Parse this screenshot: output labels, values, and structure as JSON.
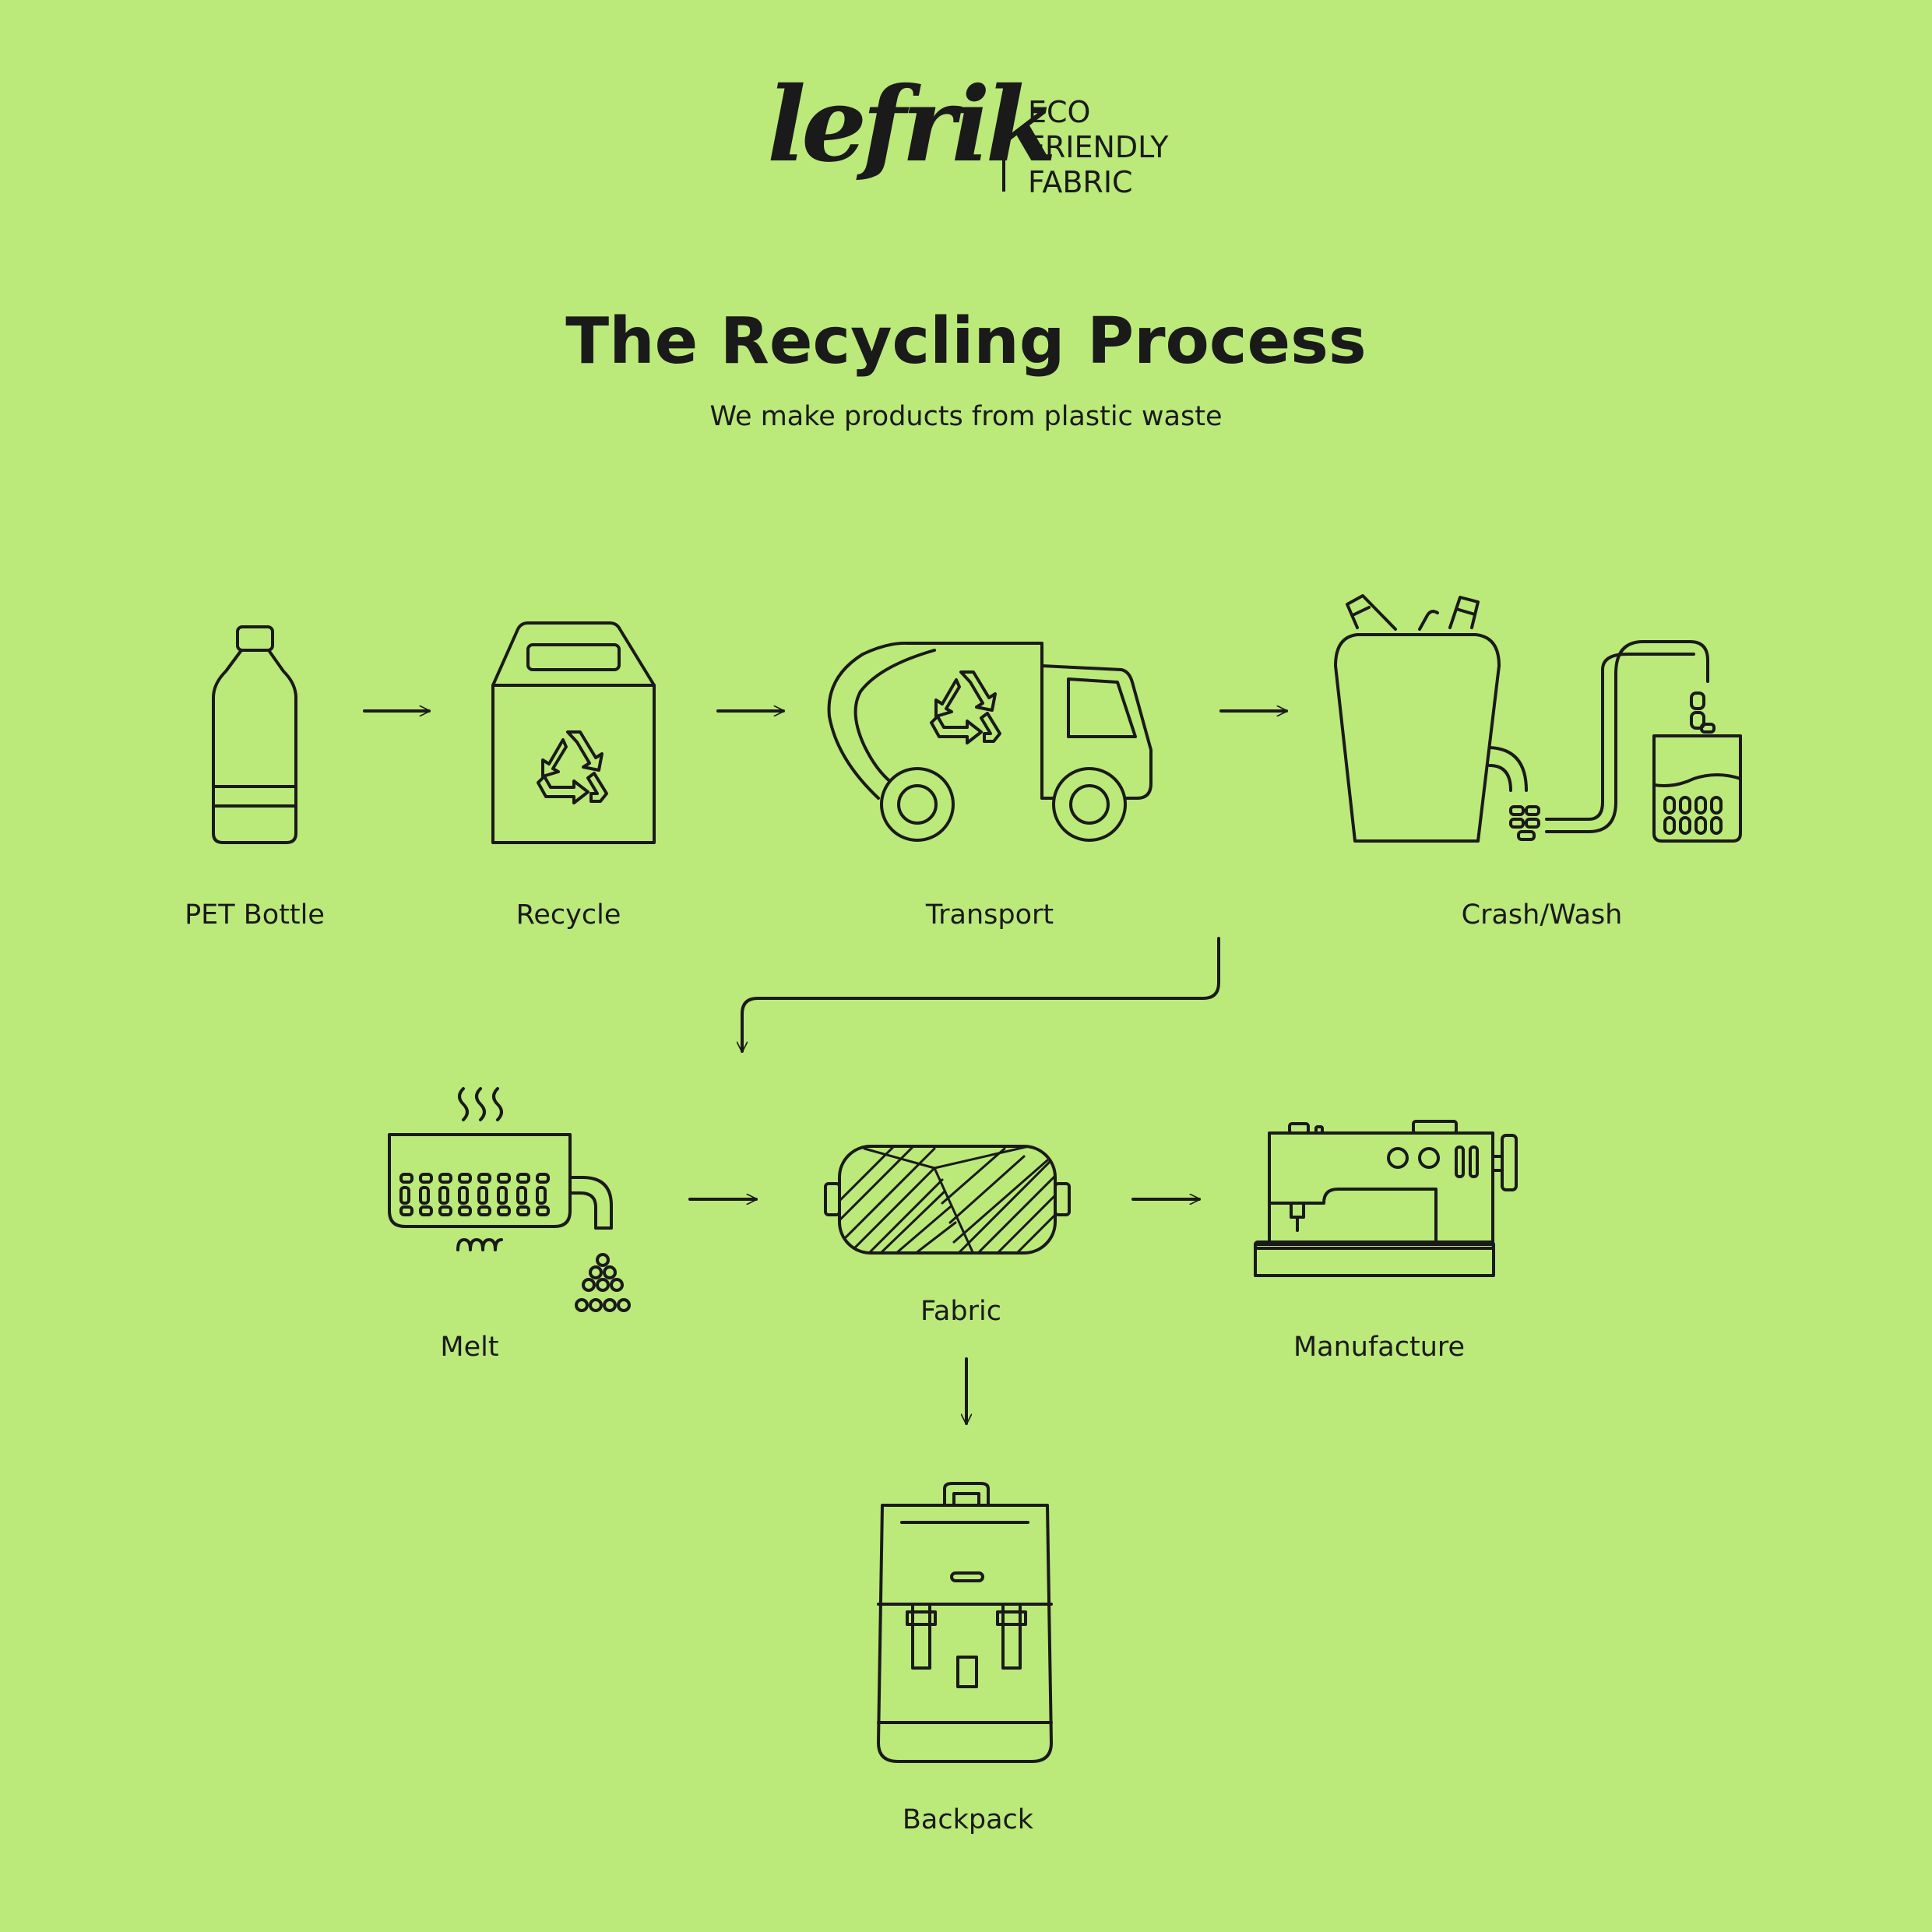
{
  "brand": {
    "name": "lefrik",
    "tagline": [
      "ECO",
      "FRIENDLY",
      "FABRIC"
    ]
  },
  "title": "The Recycling Process",
  "subtitle": "We make products from plastic waste",
  "steps": [
    {
      "label": "PET Bottle",
      "icon": "bottle-icon"
    },
    {
      "label": "Recycle",
      "icon": "recycle-box-icon"
    },
    {
      "label": "Transport",
      "icon": "truck-icon"
    },
    {
      "label": "Crash/Wash",
      "icon": "crush-wash-icon"
    },
    {
      "label": "Melt",
      "icon": "melt-icon"
    },
    {
      "label": "Fabric",
      "icon": "fabric-roll-icon"
    },
    {
      "label": "Manufacture",
      "icon": "sewing-machine-icon"
    },
    {
      "label": "Backpack",
      "icon": "backpack-icon"
    }
  ],
  "colors": {
    "background": "#bbe97a",
    "ink": "#1a1a1a"
  }
}
